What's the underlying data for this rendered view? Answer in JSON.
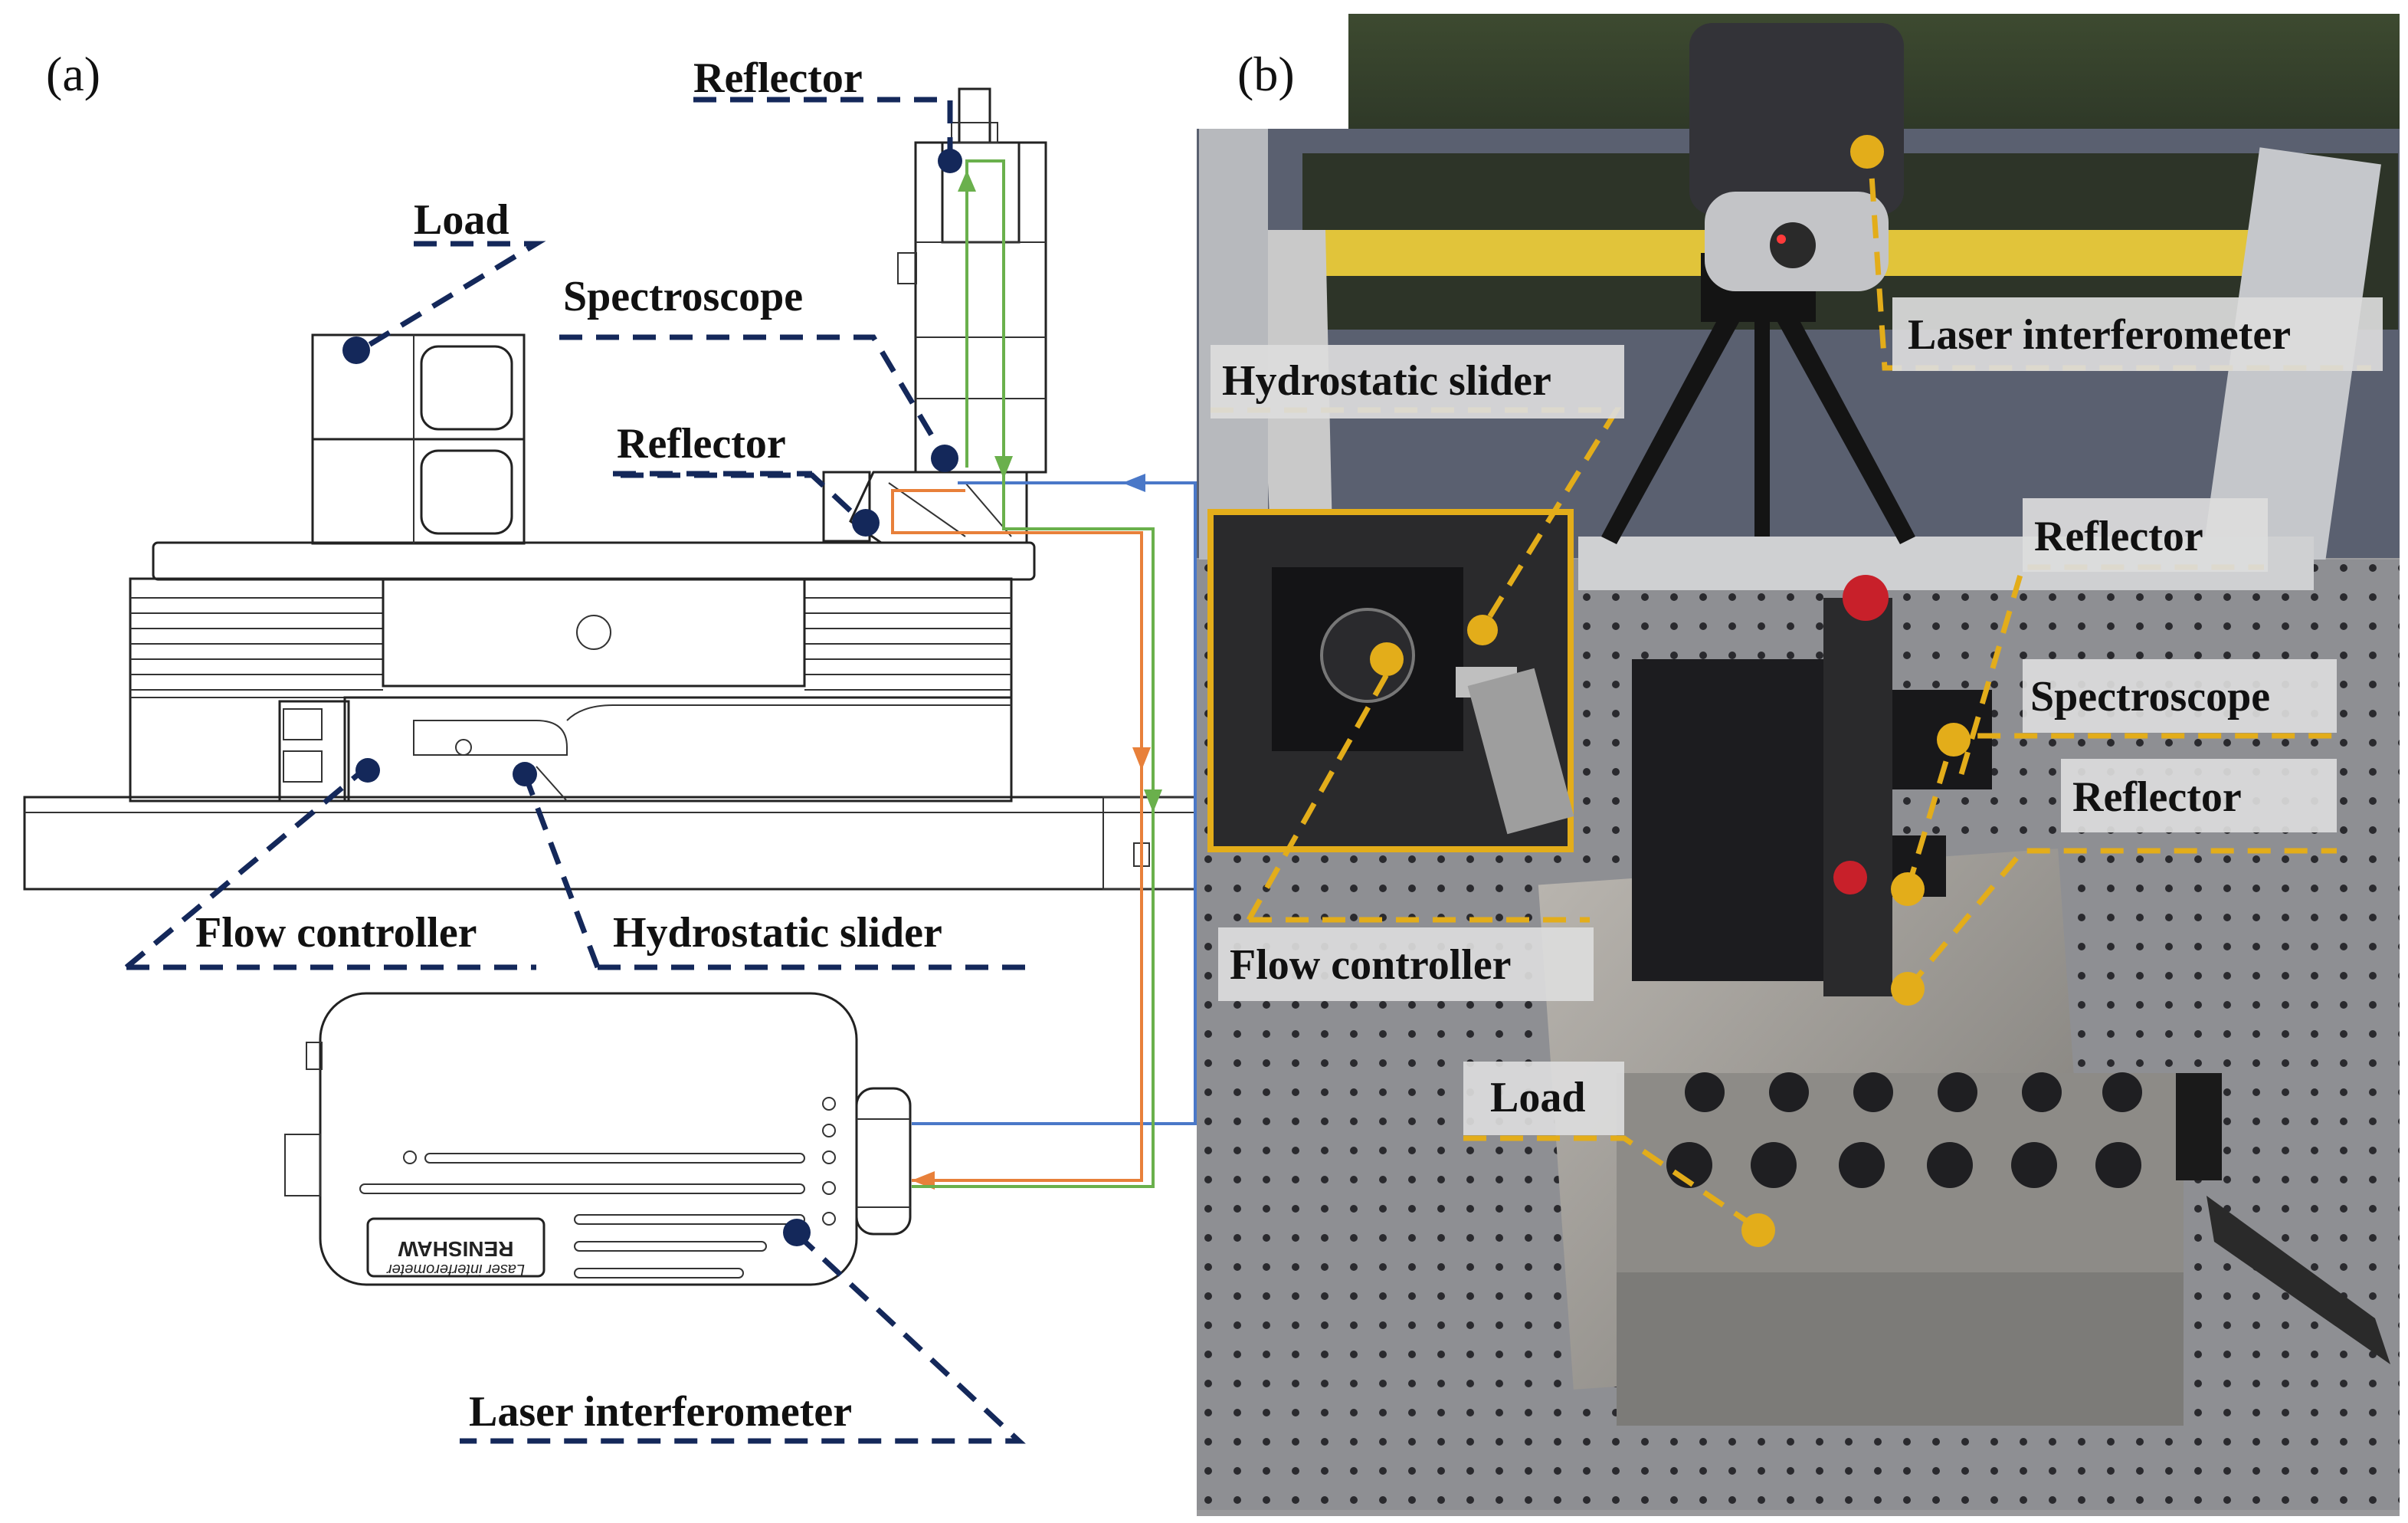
{
  "panel_a": {
    "tag": "(a)",
    "labels": {
      "reflector_top": "Reflector",
      "load": "Load",
      "spectroscope": "Spectroscope",
      "reflector_mid": "Reflector",
      "flow_controller": "Flow controller",
      "hydrostatic_slider": "Hydrostatic slider",
      "laser_interferometer": "Laser interferometer"
    },
    "device_brand": "RENISHAW",
    "device_model": "Laser interferometer"
  },
  "panel_b": {
    "tag": "(b)",
    "labels": {
      "laser_interferometer": "Laser interferometer",
      "hydrostatic_slider": "Hydrostatic slider",
      "reflector_top": "Reflector",
      "spectroscope": "Spectroscope",
      "reflector_low": "Reflector",
      "flow_controller": "Flow controller",
      "load": "Load"
    }
  },
  "colors": {
    "navy": "#14285a",
    "gold": "#e3ad1a",
    "beam_blue": "#4a78c8",
    "beam_orange": "#e8803a",
    "beam_green": "#6ab04c"
  }
}
